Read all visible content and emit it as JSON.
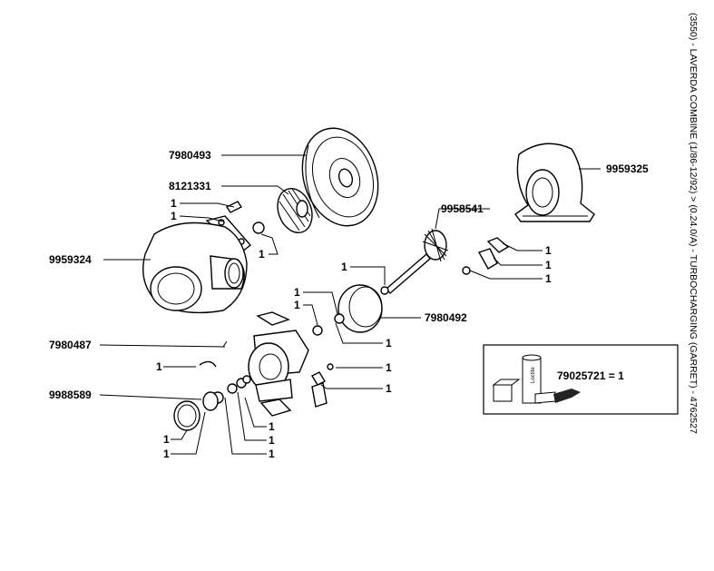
{
  "side_title": "(3550) - LAVERDA COMBINE (1/86-12/92) > (0.24.0/A) - TURBOCHARGING (GARRET) - 4762527",
  "part_labels": {
    "p7980493": "7980493",
    "p8121331": "8121331",
    "p9959324": "9959324",
    "p9959325": "9959325",
    "p9958541": "9958541",
    "p7980492": "7980492",
    "p7980487": "7980487",
    "p9988589": "9988589"
  },
  "quantity": "1",
  "kit": {
    "text": "79025721 = 1",
    "tube_label": "Loctite"
  }
}
